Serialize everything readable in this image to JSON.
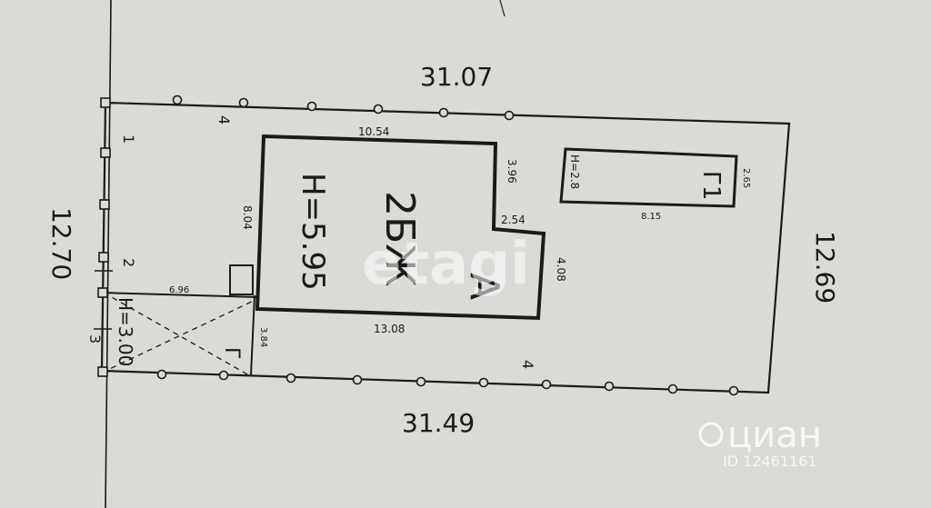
{
  "plan": {
    "top_boundary": "31.07",
    "bottom_boundary": "31.49",
    "left_boundary": "12.70",
    "right_boundary": "12.69",
    "house": {
      "top": "10.54",
      "notch_vertical": "3.96",
      "notch_horizontal": "2.54",
      "right_side": "4.08",
      "bottom": "13.08",
      "left_side": "8.04",
      "height": "Н=5.95",
      "code": "2БЖ",
      "letter": "А"
    },
    "shed": {
      "height": "Н=2.8",
      "label": "Г1",
      "length": "8.15",
      "width": "2.65"
    },
    "garage": {
      "length": "6.96",
      "width": "3.84",
      "height": "Н=3.00",
      "label": "Г"
    },
    "point_labels": [
      "1",
      "2",
      "3",
      "4",
      "4"
    ]
  },
  "watermarks": {
    "etagi": "etagi",
    "cian": "циан",
    "cian_id": "ID 12461161"
  },
  "colors": {
    "paper": "#dadad6",
    "ink": "#1a1a1a"
  }
}
